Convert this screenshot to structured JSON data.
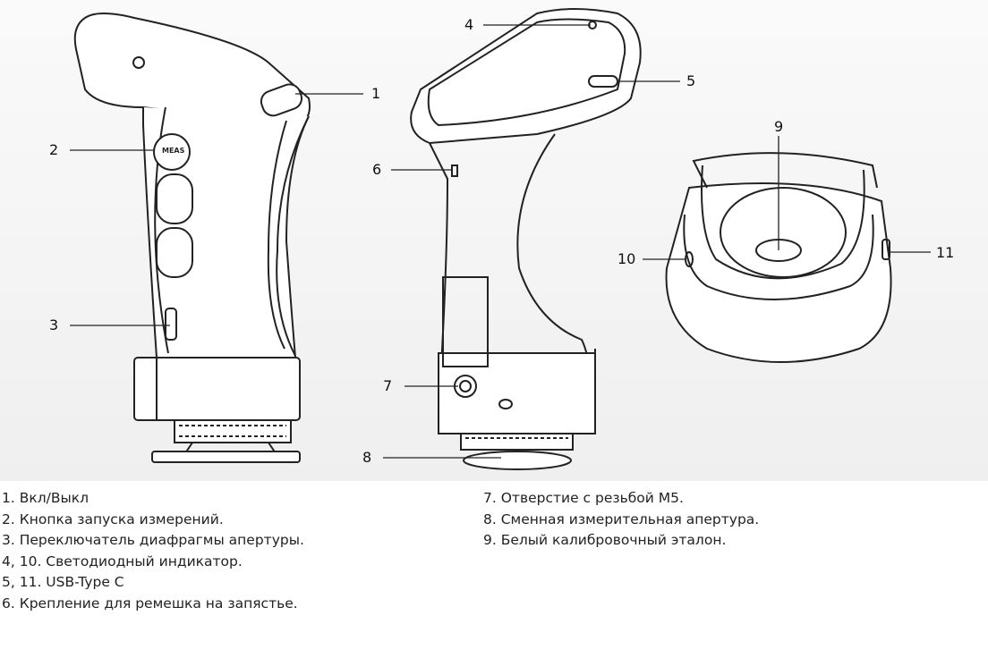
{
  "callouts": [
    "1",
    "2",
    "3",
    "4",
    "5",
    "6",
    "7",
    "8",
    "9",
    "10",
    "11"
  ],
  "legend_left": [
    "1. Вкл/Выкл",
    "2. Кнопка запуска измерений.",
    "3. Переключатель диафрагмы апертуры.",
    "4, 10. Светодиодный индикатор.",
    "5, 11. USB-Type C",
    "6. Крепление для ремешка на запястье."
  ],
  "legend_right": [
    "7. Отверстие с резьбой M5.",
    "8. Сменная измерительная апертура.",
    "9. Белый калибровочный эталон."
  ],
  "device_button_text": "MEAS"
}
